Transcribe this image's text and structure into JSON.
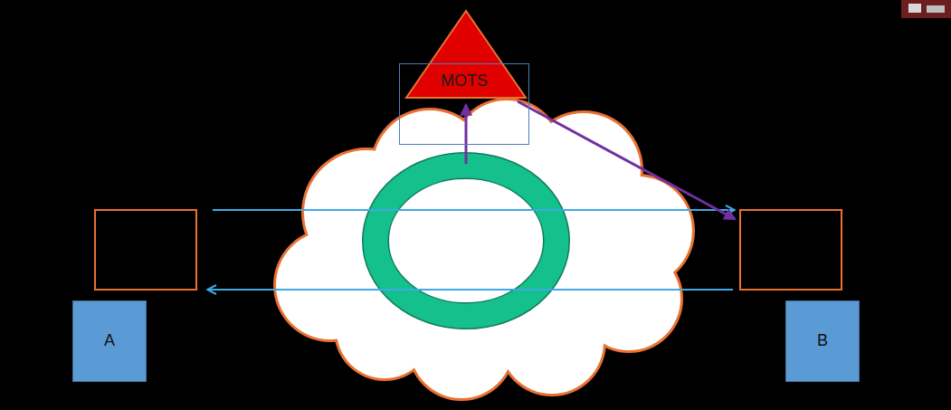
{
  "diagram": {
    "nodes": [
      {
        "text": [
          "MOTS"
        ]
      },
      {
        "text": [
          "A"
        ]
      },
      {
        "text": [
          "B"
        ]
      }
    ]
  }
}
